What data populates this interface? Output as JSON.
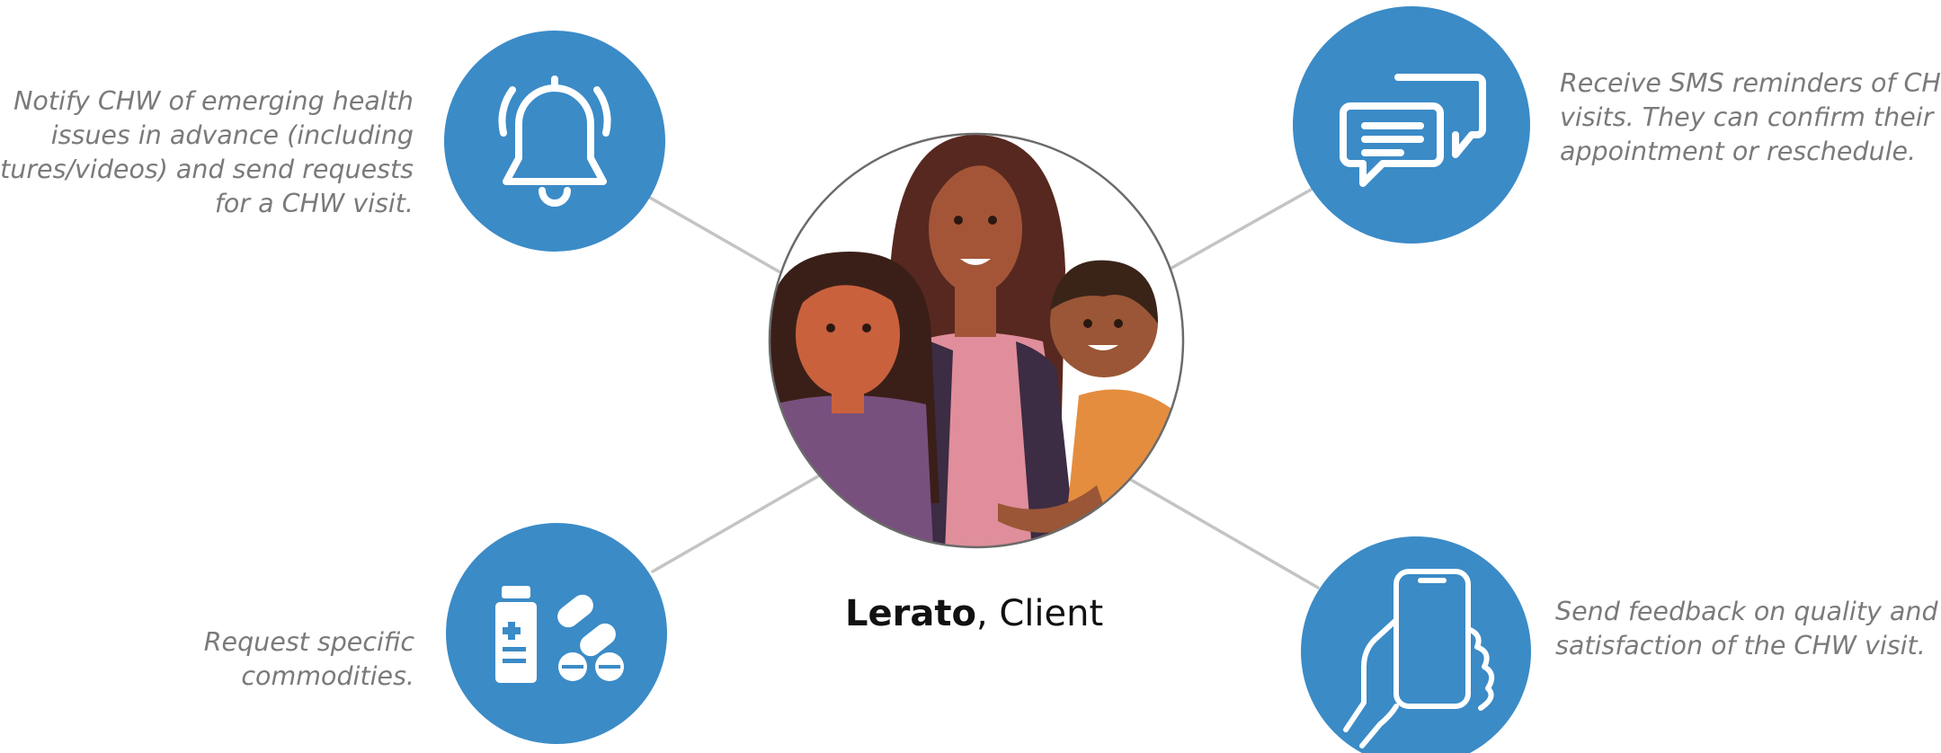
{
  "colors": {
    "accent": "#3b8bc7",
    "connector": "#c4c4c4",
    "caption": "#7a7a7a"
  },
  "center": {
    "name": "Lerato",
    "role": ", Client",
    "illustration": "family-illustration"
  },
  "nodes": [
    {
      "id": "notify",
      "icon": "bell-icon",
      "caption_lines": [
        "Notify CHW of emerging health",
        "issues in advance (including",
        "pictures/videos) and send requests",
        "for a CHW visit."
      ]
    },
    {
      "id": "sms",
      "icon": "chat-bubbles-icon",
      "caption_lines": [
        "Receive SMS reminders of CHW",
        "visits. They can confirm their",
        "appointment or reschedule."
      ]
    },
    {
      "id": "commodities",
      "icon": "medicine-icon",
      "caption_lines": [
        "Request specific",
        "commodities."
      ]
    },
    {
      "id": "feedback",
      "icon": "phone-in-hand-icon",
      "caption_lines": [
        "Send feedback on quality and",
        "satisfaction of the CHW visit."
      ]
    }
  ]
}
